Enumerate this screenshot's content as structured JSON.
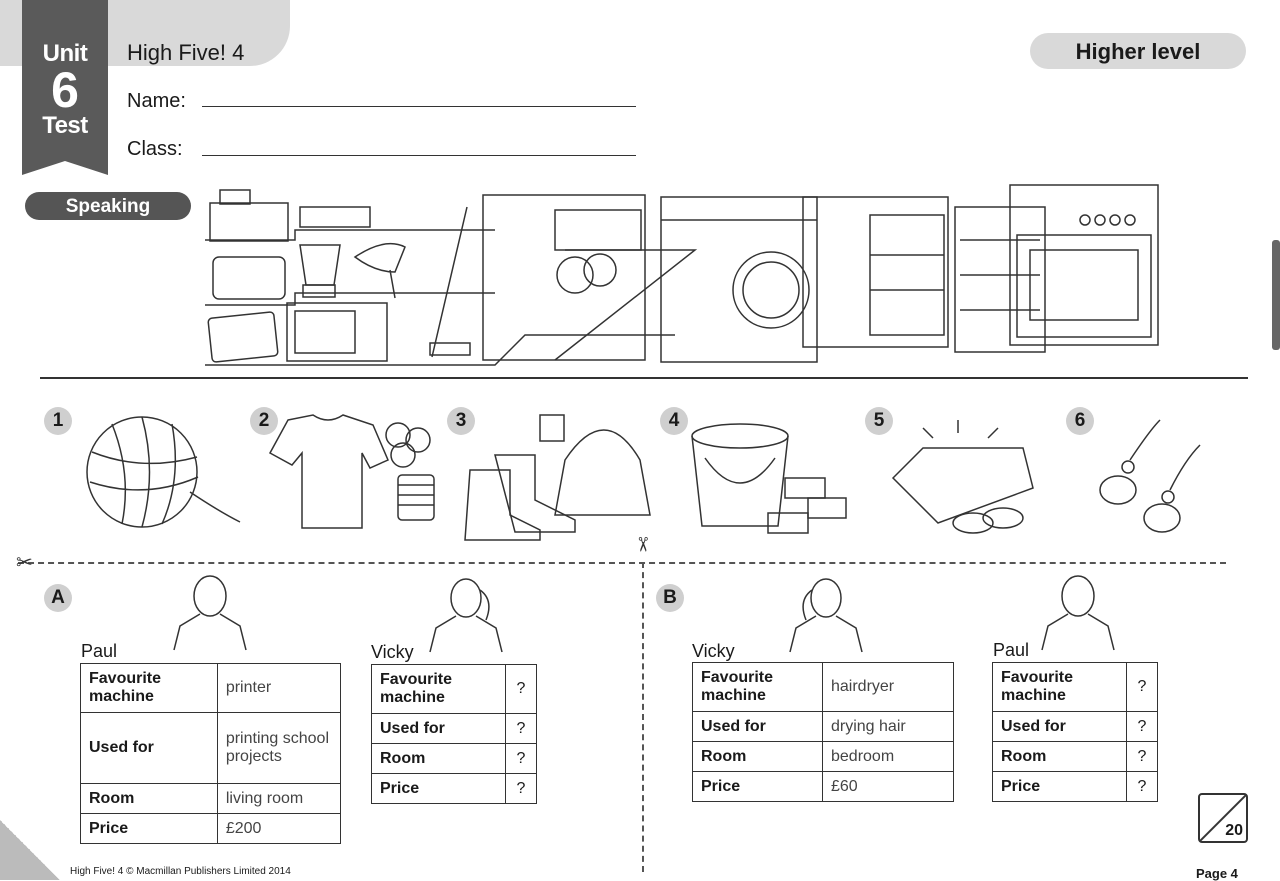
{
  "header": {
    "unit_word": "Unit",
    "unit_number": "6",
    "test_word": "Test",
    "title": "High Five! 4",
    "name_label": "Name:",
    "class_label": "Class:",
    "level": "Higher level"
  },
  "section": {
    "label": "Speaking"
  },
  "items": [
    {
      "number": "1",
      "icon": "wool-ball-icon"
    },
    {
      "number": "2",
      "icon": "cotton-tshirt-icon"
    },
    {
      "number": "3",
      "icon": "leather-boots-bag-icon"
    },
    {
      "number": "4",
      "icon": "plastic-bucket-bricks-icon"
    },
    {
      "number": "5",
      "icon": "gold-bar-rings-icon"
    },
    {
      "number": "6",
      "icon": "earrings-icon"
    }
  ],
  "card_a": {
    "letter": "A",
    "left": {
      "name": "Paul",
      "rows": [
        {
          "key": "Favourite machine",
          "value": "printer"
        },
        {
          "key": "Used for",
          "value": "printing school projects"
        },
        {
          "key": "Room",
          "value": "living room"
        },
        {
          "key": "Price",
          "value": "£200"
        }
      ]
    },
    "right": {
      "name": "Vicky",
      "rows": [
        {
          "key": "Favourite machine",
          "value": "?"
        },
        {
          "key": "Used for",
          "value": "?"
        },
        {
          "key": "Room",
          "value": "?"
        },
        {
          "key": "Price",
          "value": "?"
        }
      ]
    }
  },
  "card_b": {
    "letter": "B",
    "left": {
      "name": "Vicky",
      "rows": [
        {
          "key": "Favourite machine",
          "value": "hairdryer"
        },
        {
          "key": "Used for",
          "value": "drying hair"
        },
        {
          "key": "Room",
          "value": "bedroom"
        },
        {
          "key": "Price",
          "value": "£60"
        }
      ]
    },
    "right": {
      "name": "Paul",
      "rows": [
        {
          "key": "Favourite machine",
          "value": "?"
        },
        {
          "key": "Used for",
          "value": "?"
        },
        {
          "key": "Room",
          "value": "?"
        },
        {
          "key": "Price",
          "value": "?"
        }
      ]
    }
  },
  "badge": {
    "value": "20"
  },
  "footer": {
    "copyright": "High Five! 4 © Macmillan Publishers Limited 2014",
    "page": "Page 4"
  }
}
